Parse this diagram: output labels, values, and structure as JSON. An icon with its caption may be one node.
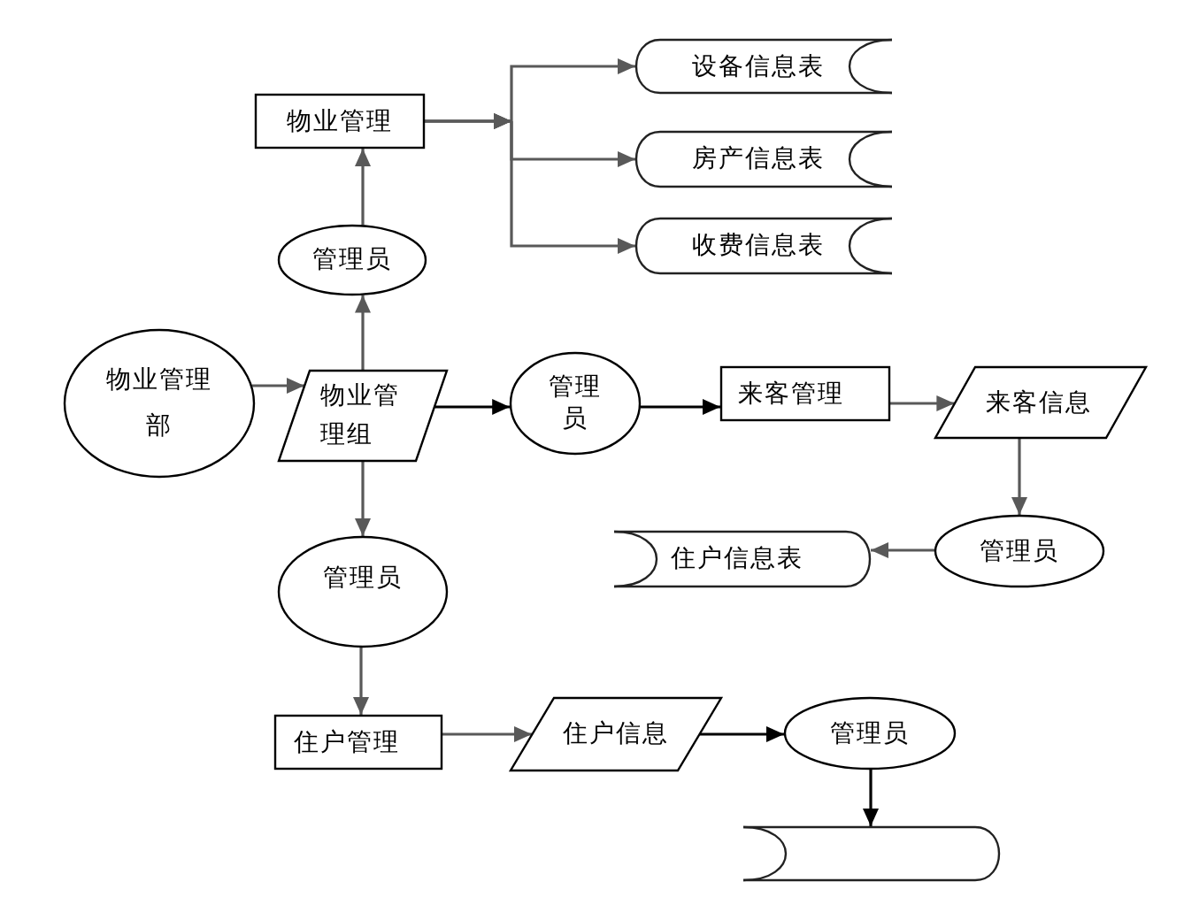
{
  "diagram": {
    "nodes": [
      {
        "text": [
          "物业管理"
        ]
      },
      {
        "text": [
          "设备信息表"
        ]
      },
      {
        "text": [
          "房产信息表"
        ]
      },
      {
        "text": [
          "收费信息表"
        ]
      },
      {
        "text": [
          "管理员"
        ]
      },
      {
        "text": [
          "物业管理部"
        ]
      },
      {
        "text": [
          "物业管理组"
        ]
      },
      {
        "text": [
          "管理员"
        ]
      },
      {
        "text": [
          "来客管理"
        ]
      },
      {
        "text": [
          "来客信息"
        ]
      },
      {
        "text": [
          "住户信息表"
        ]
      },
      {
        "text": [
          "管理员"
        ]
      },
      {
        "text": [
          "管理员"
        ]
      },
      {
        "text": [
          "住户管理"
        ]
      },
      {
        "text": [
          "住户信息"
        ]
      },
      {
        "text": [
          "管理员"
        ]
      },
      {
        "text": [],
        "shape": "cylinder"
      }
    ],
    "edges": [
      {
        "from": 0,
        "to": 1,
        "arrow": "to"
      },
      {
        "from": 0,
        "to": 2,
        "arrow": "to"
      },
      {
        "from": 0,
        "to": 3,
        "arrow": "to"
      },
      {
        "from": 4,
        "to": 0,
        "arrow": "to"
      },
      {
        "from": 6,
        "to": 4,
        "arrow": "to"
      },
      {
        "from": 5,
        "to": 6,
        "arrow": "to"
      },
      {
        "from": 6,
        "to": 7,
        "arrow": "to",
        "color": "#000000"
      },
      {
        "from": 7,
        "to": 8,
        "arrow": "to",
        "color": "#000000"
      },
      {
        "from": 8,
        "to": 9,
        "arrow": "to"
      },
      {
        "from": 9,
        "to": 11,
        "arrow": "to"
      },
      {
        "from": 11,
        "to": 10,
        "arrow": "to"
      },
      {
        "from": 6,
        "to": 12,
        "arrow": "to"
      },
      {
        "from": 12,
        "to": 13,
        "arrow": "to"
      },
      {
        "from": 13,
        "to": 14,
        "arrow": "to"
      },
      {
        "from": 14,
        "to": 15,
        "arrow": "to",
        "color": "#000000"
      },
      {
        "from": 15,
        "to": 16,
        "arrow": "to",
        "color": "#000000"
      }
    ]
  }
}
